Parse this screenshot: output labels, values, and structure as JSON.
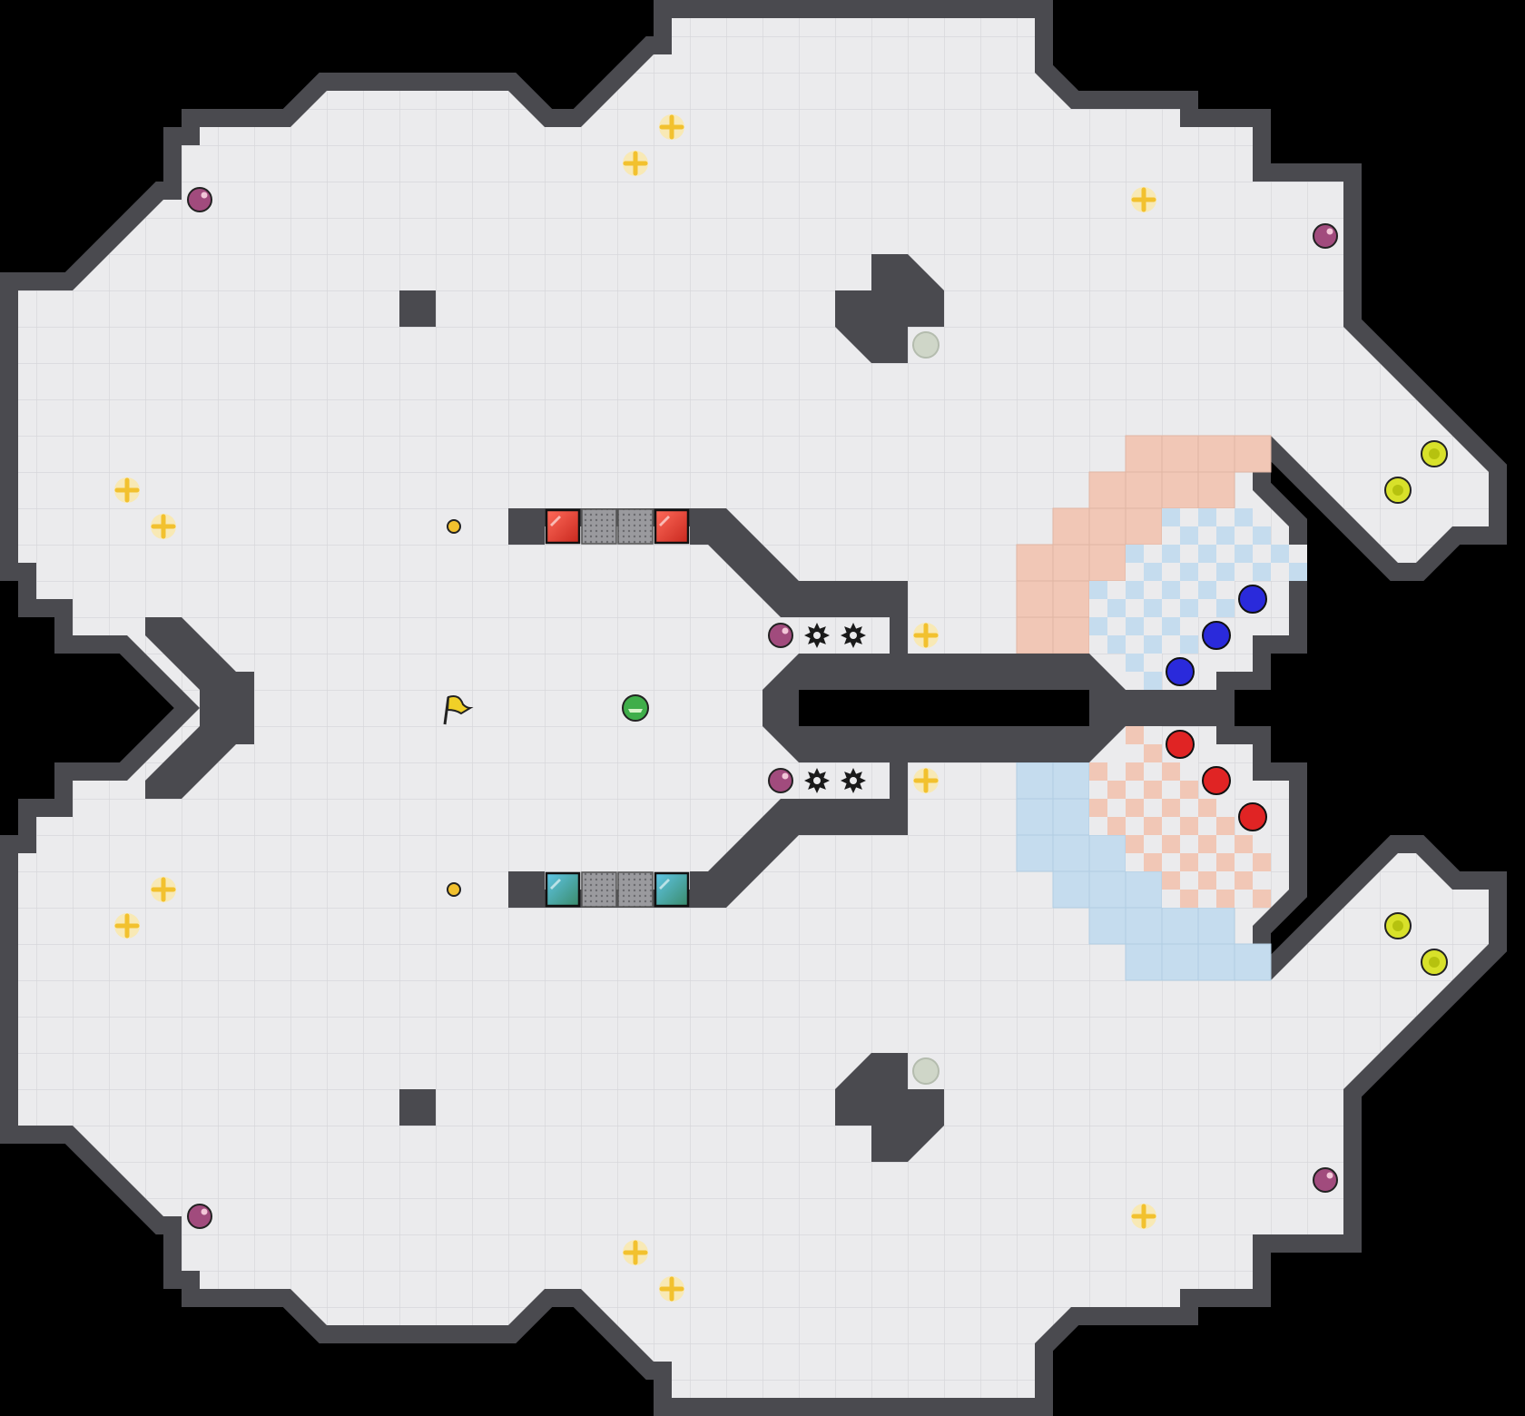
{
  "map": {
    "cols": 42,
    "rows": 39,
    "colors": {
      "background": "#000000",
      "floor": "#ebebed",
      "grid": "#d4d4d8",
      "wall": "#4a4a4f",
      "red_zone": "#f1c7b6",
      "blue_zone": "#c5dcee",
      "red_ball": "#e02424",
      "blue_ball": "#2a2adb",
      "boost": "#f2c12e",
      "bomb": "#a14b7d",
      "yellow_portal": "#d8e12a",
      "neutral_portal": "#cfd6c8",
      "spike": "#1a1a1a"
    },
    "outer_wall_top": [
      [
        18,
        0
      ],
      [
        29,
        0
      ],
      [
        29,
        2
      ],
      [
        33,
        2
      ],
      [
        33,
        3
      ],
      [
        35,
        3
      ],
      [
        35,
        5
      ],
      [
        38,
        5
      ],
      [
        38,
        9
      ],
      [
        41,
        12
      ],
      [
        42,
        13
      ],
      [
        42,
        15
      ],
      [
        41,
        16
      ],
      [
        41,
        15
      ],
      [
        40,
        14
      ],
      [
        39,
        13
      ],
      [
        38,
        12
      ],
      [
        37,
        12
      ],
      [
        36,
        13
      ],
      [
        36,
        15
      ],
      [
        37,
        16
      ],
      [
        38,
        17
      ],
      [
        39,
        18
      ],
      [
        40,
        18
      ],
      [
        41,
        17
      ],
      [
        42,
        16
      ],
      [
        42,
        14
      ],
      [
        41,
        13
      ]
    ],
    "blocks": [
      {
        "shape": "square",
        "cell": [
          11,
          8
        ]
      },
      {
        "shape": "square",
        "cell": [
          11,
          30
        ]
      }
    ],
    "boosts": [
      [
        18,
        3
      ],
      [
        17,
        4
      ],
      [
        31,
        5
      ],
      [
        3,
        13
      ],
      [
        4,
        14
      ],
      [
        25,
        17
      ],
      [
        25,
        21
      ],
      [
        4,
        24
      ],
      [
        3,
        25
      ],
      [
        17,
        34
      ],
      [
        18,
        35
      ],
      [
        31,
        33
      ]
    ],
    "bombs": [
      [
        5,
        5
      ],
      [
        36,
        6
      ],
      [
        21,
        17
      ],
      [
        21,
        21
      ],
      [
        5,
        33
      ],
      [
        36,
        32
      ]
    ],
    "spikes": [
      [
        22,
        17
      ],
      [
        23,
        17
      ],
      [
        22,
        21
      ],
      [
        23,
        21
      ]
    ],
    "neutral_portals": [
      [
        25,
        9
      ],
      [
        25,
        29
      ]
    ],
    "yellow_portals": [
      [
        39,
        12
      ],
      [
        38,
        13
      ],
      [
        38,
        25
      ],
      [
        39,
        26
      ]
    ],
    "red_balls": [
      [
        32,
        20
      ],
      [
        33,
        21
      ],
      [
        34,
        22
      ]
    ],
    "blue_balls": [
      [
        34,
        16
      ],
      [
        33,
        17
      ],
      [
        32,
        18
      ]
    ],
    "small_tokens": [
      [
        12,
        14
      ],
      [
        12,
        24
      ]
    ],
    "flag": {
      "cell": [
        12,
        19
      ],
      "label": "flag"
    },
    "green_player": {
      "cell": [
        17,
        19
      ]
    },
    "gates_top": [
      "red-gate",
      "grid-gate",
      "grid-gate",
      "red-gate"
    ],
    "gates_bottom": [
      "blue-gate",
      "grid-gate",
      "grid-gate",
      "blue-gate"
    ]
  }
}
